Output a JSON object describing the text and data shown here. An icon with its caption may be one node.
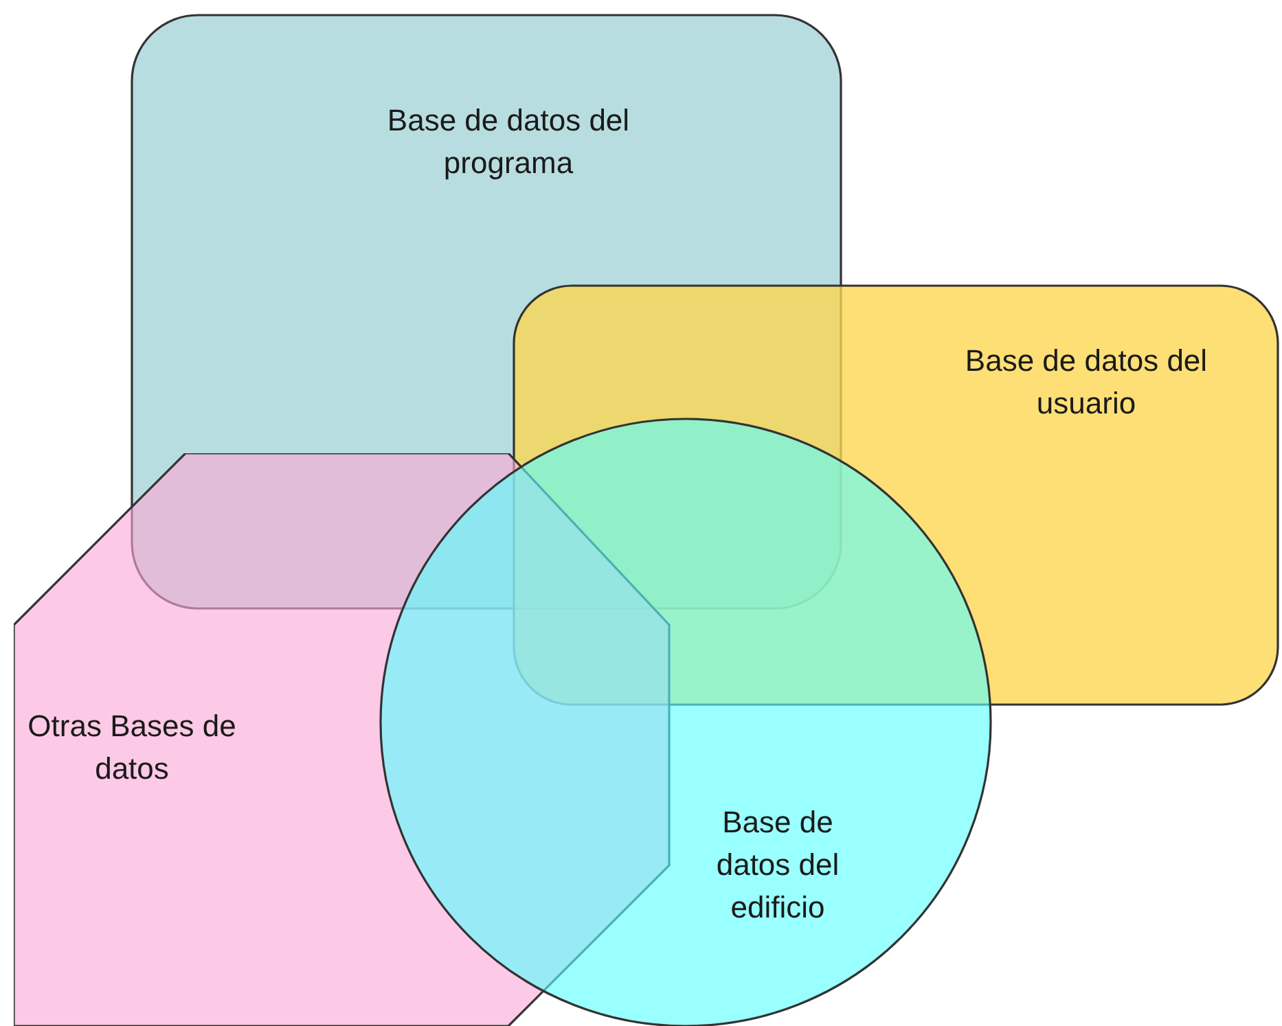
{
  "diagram": {
    "nodes": [
      {
        "text": [
          "Base de datos del programa"
        ]
      },
      {
        "text": [
          "Base de datos del usuario"
        ]
      },
      {
        "text": [
          "Otras Bases de datos"
        ]
      },
      {
        "text": [
          "Base de datos del edificio"
        ]
      }
    ]
  }
}
